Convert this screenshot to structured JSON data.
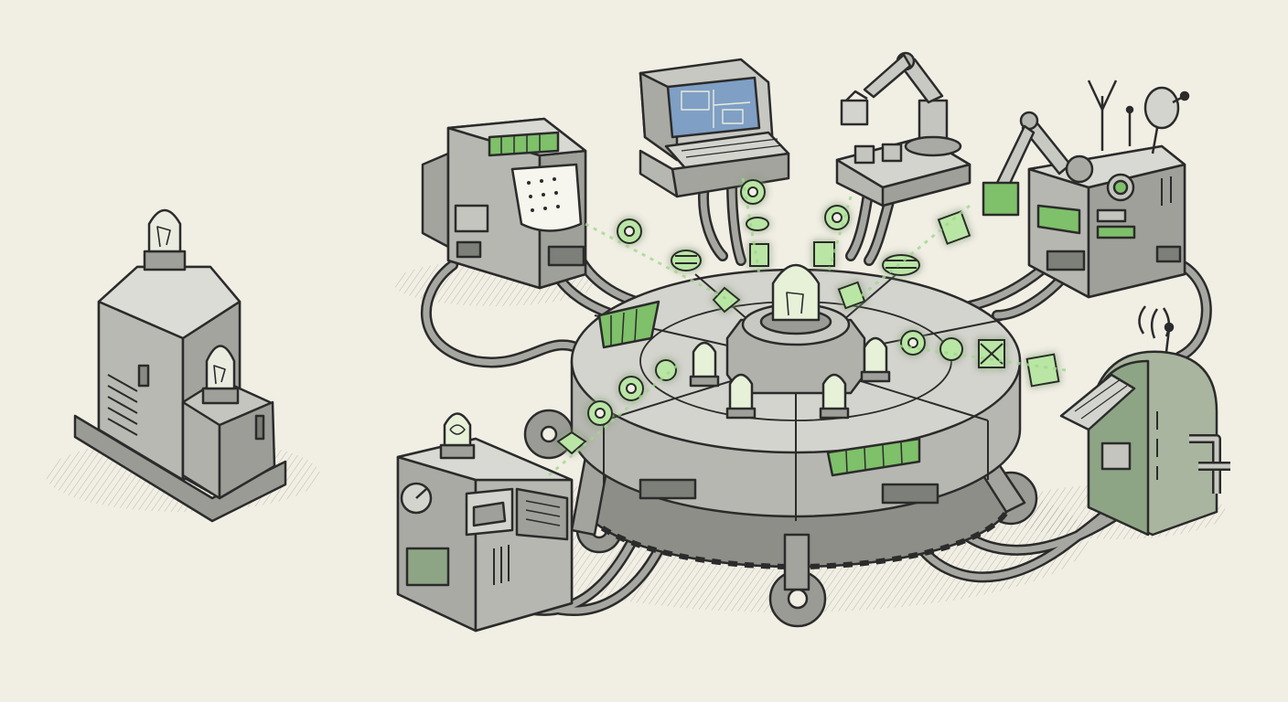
{
  "palette": {
    "paper": "#f1eee4",
    "ink": "#2b2b2b",
    "metal_light": "#cfcfca",
    "metal_mid": "#a9aaa4",
    "metal_dark": "#7d7f79",
    "accent_green": "#7fc06a",
    "glow_green": "#b9e6a4",
    "screen_blue": "#7f9fc4"
  },
  "scene": {
    "isolated_machine": {
      "icon": "standalone-bulb-tower-icon",
      "bulbs": 2
    },
    "central_hub": {
      "icon": "rotary-hub-icon",
      "bulbs": 6,
      "gear_feet": 4
    },
    "peripheral_machines": [
      {
        "id": "ticker-printer",
        "icon": "printer-icon"
      },
      {
        "id": "blueprint-terminal",
        "icon": "computer-terminal-icon"
      },
      {
        "id": "robot-arm-station",
        "icon": "robot-arm-icon"
      },
      {
        "id": "antenna-console",
        "icon": "radio-console-icon"
      },
      {
        "id": "wireless-transmitter",
        "icon": "wireless-transmitter-icon"
      },
      {
        "id": "dial-generator",
        "icon": "dial-generator-icon"
      }
    ],
    "data_packets": [
      "gear-icon",
      "spring-icon",
      "document-icon",
      "envelope-icon",
      "chip-icon"
    ]
  }
}
